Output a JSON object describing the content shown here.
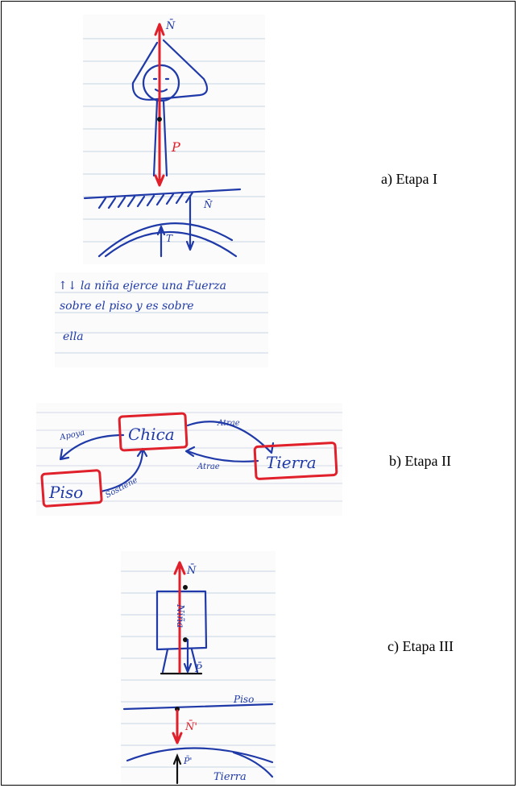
{
  "captions": {
    "etapa1": "a) Etapa I",
    "etapa2": "b) Etapa II",
    "etapa3": "c) Etapa III"
  },
  "sketch1": {
    "label_n_top": "N̄",
    "label_p": "P",
    "label_n_ground": "N̄",
    "label_t": "T"
  },
  "note": {
    "line1": "↑↓ la niña ejerce una Fuerza",
    "line2": "sobre el piso y es sobre",
    "line3": "ella"
  },
  "diagram": {
    "node_chica": "Chica",
    "node_tierra": "Tierra",
    "node_piso": "Piso",
    "edge_chica_tierra_top": "Atrae",
    "edge_tierra_chica_bottom": "Atrae",
    "edge_chica_piso": "Apoya",
    "edge_piso_chica": "Sostiene"
  },
  "sketch3": {
    "label_n": "N̄",
    "label_nina": "Niña",
    "label_p": "P̄",
    "label_piso": "Piso",
    "label_n_prime": "N̄'",
    "label_p_prime": "P̄'",
    "label_tierra": "Tierra"
  },
  "colors": {
    "ink_blue": "#1f3aa8",
    "ink_red": "#e0202a"
  }
}
